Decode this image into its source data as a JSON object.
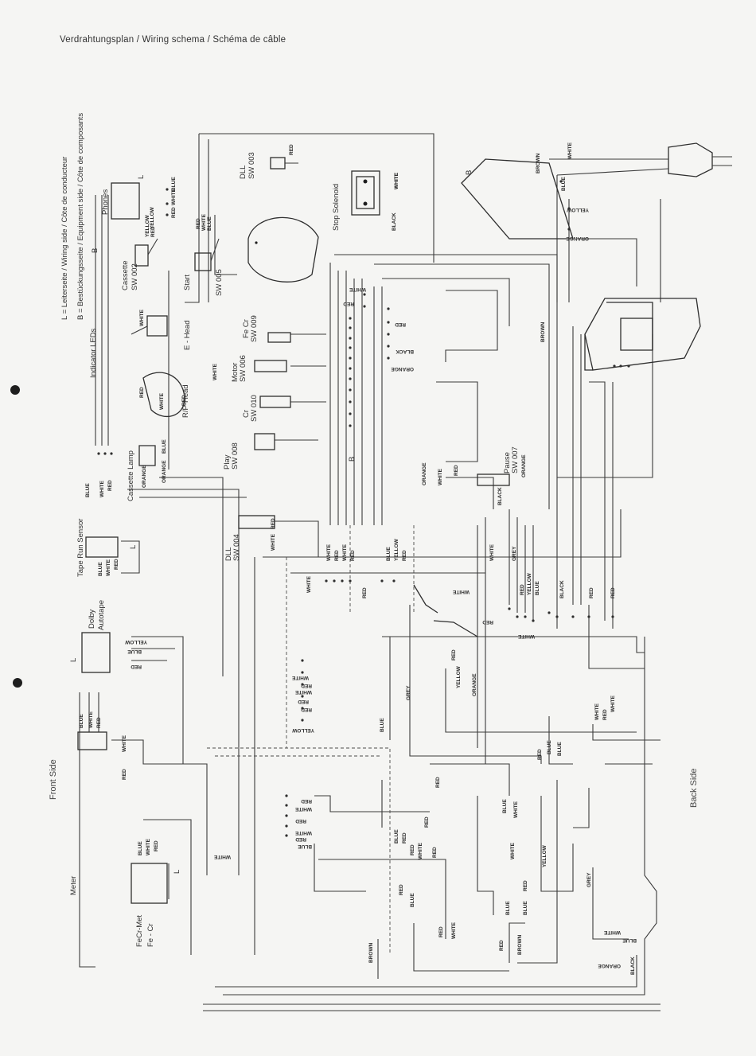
{
  "header": {
    "title": "Verdrahtungsplan / Wiring schema / Schéma de câble"
  },
  "legend": {
    "l_line": "L = Leiterseite / Wiring side / Côte de conducteur",
    "b_line": "B = Bestückungsseite / Equipment side / Côte de composants"
  },
  "sides": {
    "front": "Front Side",
    "back": "Back Side"
  },
  "components": {
    "indicator_leds": "Indicator LEDs",
    "phones": "Phones",
    "cassette_sw": "Cassette",
    "cassette_sw_id": "SW 002",
    "start_sw": "Start",
    "start_sw_id": "SW 005",
    "dll_sw003": "DLL",
    "dll_sw003_id": "SW 003",
    "stop_solenoid": "Stop Solenoid",
    "e_head": "E - Head",
    "rp_head": "R/P-Head",
    "fe_cr_sw": "Fe Cr",
    "fe_cr_sw_id": "SW 009",
    "motor_sw": "Motor",
    "motor_sw_id": "SW 006",
    "cr_sw": "Cr",
    "cr_sw_id": "SW 010",
    "play_sw": "Play",
    "play_sw_id": "SW 008",
    "cassette_lamp": "Cassette Lamp",
    "pause_sw": "Pause",
    "pause_sw_id": "SW 007",
    "tape_run_sensor": "Tape Run Sensor",
    "dll_sw004": "DLL",
    "dll_sw004_id": "SW 004",
    "dolby": "Dolby",
    "autotape": "Autotape",
    "meter": "Meter",
    "fecr_met": "FeCr-Met",
    "fe_cr": "Fe - Cr"
  },
  "markers": {
    "L": "L",
    "B": "B"
  },
  "wire_colors": {
    "white": "WHITE",
    "red": "RED",
    "blue": "BLUE",
    "yellow": "YELLOW",
    "orange": "ORANGE",
    "black": "BLACK",
    "brown": "BROWN",
    "grey": "GREY"
  },
  "wire_labels": [
    {
      "id": "w1",
      "text": "BLUE"
    },
    {
      "id": "w2",
      "text": "WHITE"
    },
    {
      "id": "w3",
      "text": "RED"
    },
    {
      "id": "w4",
      "text": "YELLOW"
    },
    {
      "id": "w5",
      "text": "RED"
    },
    {
      "id": "w6",
      "text": "RED"
    },
    {
      "id": "w7",
      "text": "WHITE"
    },
    {
      "id": "w8",
      "text": "BLUE"
    },
    {
      "id": "w9",
      "text": "RED"
    },
    {
      "id": "w10",
      "text": "WHITE"
    },
    {
      "id": "w11",
      "text": "WHITE"
    },
    {
      "id": "w12",
      "text": "BLACK"
    },
    {
      "id": "w13",
      "text": "BROWN"
    },
    {
      "id": "w14",
      "text": "WHITE"
    },
    {
      "id": "w15",
      "text": "BLUE"
    },
    {
      "id": "w16",
      "text": "YELLOW"
    },
    {
      "id": "w17",
      "text": "ORANGE"
    },
    {
      "id": "w18",
      "text": "BROWN"
    },
    {
      "id": "w19",
      "text": "WHITE"
    },
    {
      "id": "w20",
      "text": "RED"
    },
    {
      "id": "w21",
      "text": "RED"
    },
    {
      "id": "w22",
      "text": "BLACK"
    },
    {
      "id": "w23",
      "text": "ORANGE"
    },
    {
      "id": "w24",
      "text": "YELLOW"
    },
    {
      "id": "w25",
      "text": "BLUE"
    },
    {
      "id": "w26",
      "text": "WHITE"
    },
    {
      "id": "w27",
      "text": "RED"
    },
    {
      "id": "w28",
      "text": "ORANGE"
    },
    {
      "id": "w29",
      "text": "ORANGE"
    },
    {
      "id": "w30",
      "text": "BLUE"
    },
    {
      "id": "w31",
      "text": "WHITE"
    },
    {
      "id": "w32",
      "text": "RED"
    },
    {
      "id": "w33",
      "text": "WHITE"
    },
    {
      "id": "w34",
      "text": "RED"
    },
    {
      "id": "w35",
      "text": "WHITE"
    },
    {
      "id": "w36",
      "text": "ORANGE"
    },
    {
      "id": "w37",
      "text": "WHITE"
    },
    {
      "id": "w38",
      "text": "RED"
    },
    {
      "id": "w39",
      "text": "BLACK"
    },
    {
      "id": "w40",
      "text": "ORANGE"
    },
    {
      "id": "w41",
      "text": "BLUE"
    },
    {
      "id": "w42",
      "text": "WHITE"
    },
    {
      "id": "w43",
      "text": "RED"
    },
    {
      "id": "w44",
      "text": "WHITE"
    },
    {
      "id": "w45",
      "text": "RED"
    },
    {
      "id": "w46",
      "text": "YELLOW"
    },
    {
      "id": "w47",
      "text": "BLUE"
    },
    {
      "id": "w48",
      "text": "RED"
    },
    {
      "id": "w49",
      "text": "BLUE"
    },
    {
      "id": "w50",
      "text": "WHITE"
    },
    {
      "id": "w51",
      "text": "RED"
    },
    {
      "id": "w52",
      "text": "WHITE"
    },
    {
      "id": "w53",
      "text": "RED"
    },
    {
      "id": "w54",
      "text": "WHITE"
    },
    {
      "id": "w55",
      "text": "RED"
    },
    {
      "id": "w56",
      "text": "WHITE"
    },
    {
      "id": "w57",
      "text": "RED"
    },
    {
      "id": "w58",
      "text": "BLUE"
    },
    {
      "id": "w59",
      "text": "YELLOW"
    },
    {
      "id": "w60",
      "text": "RED"
    },
    {
      "id": "w61",
      "text": "WHITE"
    },
    {
      "id": "w62",
      "text": "GREY"
    },
    {
      "id": "w63",
      "text": "RED"
    },
    {
      "id": "w64",
      "text": "YELLOW"
    },
    {
      "id": "w65",
      "text": "BLUE"
    },
    {
      "id": "w66",
      "text": "BLACK"
    },
    {
      "id": "w67",
      "text": "RED"
    },
    {
      "id": "w68",
      "text": "RED"
    },
    {
      "id": "w69",
      "text": "WHITE"
    },
    {
      "id": "w70",
      "text": "RED"
    },
    {
      "id": "w71",
      "text": "WHITE"
    },
    {
      "id": "w72",
      "text": "RED"
    },
    {
      "id": "w73",
      "text": "WHITE"
    },
    {
      "id": "w74",
      "text": "RED"
    },
    {
      "id": "w75",
      "text": "YELLOW"
    },
    {
      "id": "w76",
      "text": "ORANGE"
    },
    {
      "id": "w77",
      "text": "GREY"
    },
    {
      "id": "w78",
      "text": "BLUE"
    },
    {
      "id": "w79",
      "text": "WHITE"
    },
    {
      "id": "w80",
      "text": "RED"
    },
    {
      "id": "w81",
      "text": "WHITE"
    },
    {
      "id": "w82",
      "text": "RED"
    },
    {
      "id": "w83",
      "text": "BLUE"
    },
    {
      "id": "w84",
      "text": "BLUE"
    },
    {
      "id": "w85",
      "text": "WHITE"
    },
    {
      "id": "w86",
      "text": "RED"
    },
    {
      "id": "w87",
      "text": "RED"
    },
    {
      "id": "w88",
      "text": "WHITE"
    },
    {
      "id": "w89",
      "text": "RED"
    },
    {
      "id": "w90",
      "text": "RED"
    },
    {
      "id": "w91",
      "text": "YELLOW"
    },
    {
      "id": "w92",
      "text": "RED"
    },
    {
      "id": "w93",
      "text": "WHITE"
    },
    {
      "id": "w94",
      "text": "RED"
    },
    {
      "id": "w95",
      "text": "BLUE"
    },
    {
      "id": "w96",
      "text": "WHITE"
    },
    {
      "id": "w97",
      "text": "RED"
    },
    {
      "id": "w98",
      "text": "BROWN"
    },
    {
      "id": "w99",
      "text": "RED"
    },
    {
      "id": "w100",
      "text": "WHITE"
    },
    {
      "id": "w101",
      "text": "RED"
    },
    {
      "id": "w102",
      "text": "BLUE"
    },
    {
      "id": "w103",
      "text": "RED"
    },
    {
      "id": "w104",
      "text": "BROWN"
    },
    {
      "id": "w105",
      "text": "GREY"
    },
    {
      "id": "w106",
      "text": "WHITE"
    },
    {
      "id": "w107",
      "text": "BLUE"
    },
    {
      "id": "w108",
      "text": "ORANGE"
    },
    {
      "id": "w109",
      "text": "BLACK"
    },
    {
      "id": "w110",
      "text": "YELLOW"
    },
    {
      "id": "w111",
      "text": "WHITE"
    },
    {
      "id": "w112",
      "text": "BLUE"
    },
    {
      "id": "w113",
      "text": "RED"
    },
    {
      "id": "w114",
      "text": "BLUE"
    },
    {
      "id": "w115",
      "text": "WHITE"
    },
    {
      "id": "w116",
      "text": "RED"
    },
    {
      "id": "w117",
      "text": "WHITE"
    },
    {
      "id": "w118",
      "text": "RED"
    },
    {
      "id": "w119",
      "text": "BLUE"
    },
    {
      "id": "w120",
      "text": "WHITE"
    },
    {
      "id": "w121",
      "text": "RED"
    },
    {
      "id": "w122",
      "text": "WHITE"
    },
    {
      "id": "w123",
      "text": "RED"
    },
    {
      "id": "w124",
      "text": "BLUE"
    },
    {
      "id": "w125",
      "text": "RED"
    },
    {
      "id": "w126",
      "text": "BLUE"
    },
    {
      "id": "w127",
      "text": "WHITE"
    },
    {
      "id": "w128",
      "text": "RED"
    },
    {
      "id": "w129",
      "text": "WHITE"
    },
    {
      "id": "w130",
      "text": "RED"
    },
    {
      "id": "w131",
      "text": "WHITE"
    },
    {
      "id": "w132",
      "text": "RED"
    },
    {
      "id": "w133",
      "text": "WHITE"
    },
    {
      "id": "w134",
      "text": "RED"
    },
    {
      "id": "w135",
      "text": "RED"
    },
    {
      "id": "w136",
      "text": "WHITE"
    },
    {
      "id": "w137",
      "text": "BLUE"
    },
    {
      "id": "w138",
      "text": "BLUE"
    },
    {
      "id": "w139",
      "text": "WHITE"
    },
    {
      "id": "w140",
      "text": "RED"
    },
    {
      "id": "w141",
      "text": "BLUE"
    },
    {
      "id": "w142",
      "text": "WHITE"
    },
    {
      "id": "w143",
      "text": "RED"
    },
    {
      "id": "w144",
      "text": "YELLOW"
    },
    {
      "id": "w145",
      "text": "WHITE"
    },
    {
      "id": "w146",
      "text": "RED"
    },
    {
      "id": "w147",
      "text": "BLUE"
    },
    {
      "id": "w148",
      "text": "RED"
    },
    {
      "id": "w149",
      "text": "WHITE"
    },
    {
      "id": "w150",
      "text": "BLUE"
    },
    {
      "id": "w151",
      "text": "RED"
    },
    {
      "id": "w152",
      "text": "WHITE"
    },
    {
      "id": "w153",
      "text": "RED"
    },
    {
      "id": "w154",
      "text": "BLUE"
    },
    {
      "id": "w155",
      "text": "WHITE"
    },
    {
      "id": "w156",
      "text": "RED"
    },
    {
      "id": "w157",
      "text": "WHITE"
    }
  ]
}
